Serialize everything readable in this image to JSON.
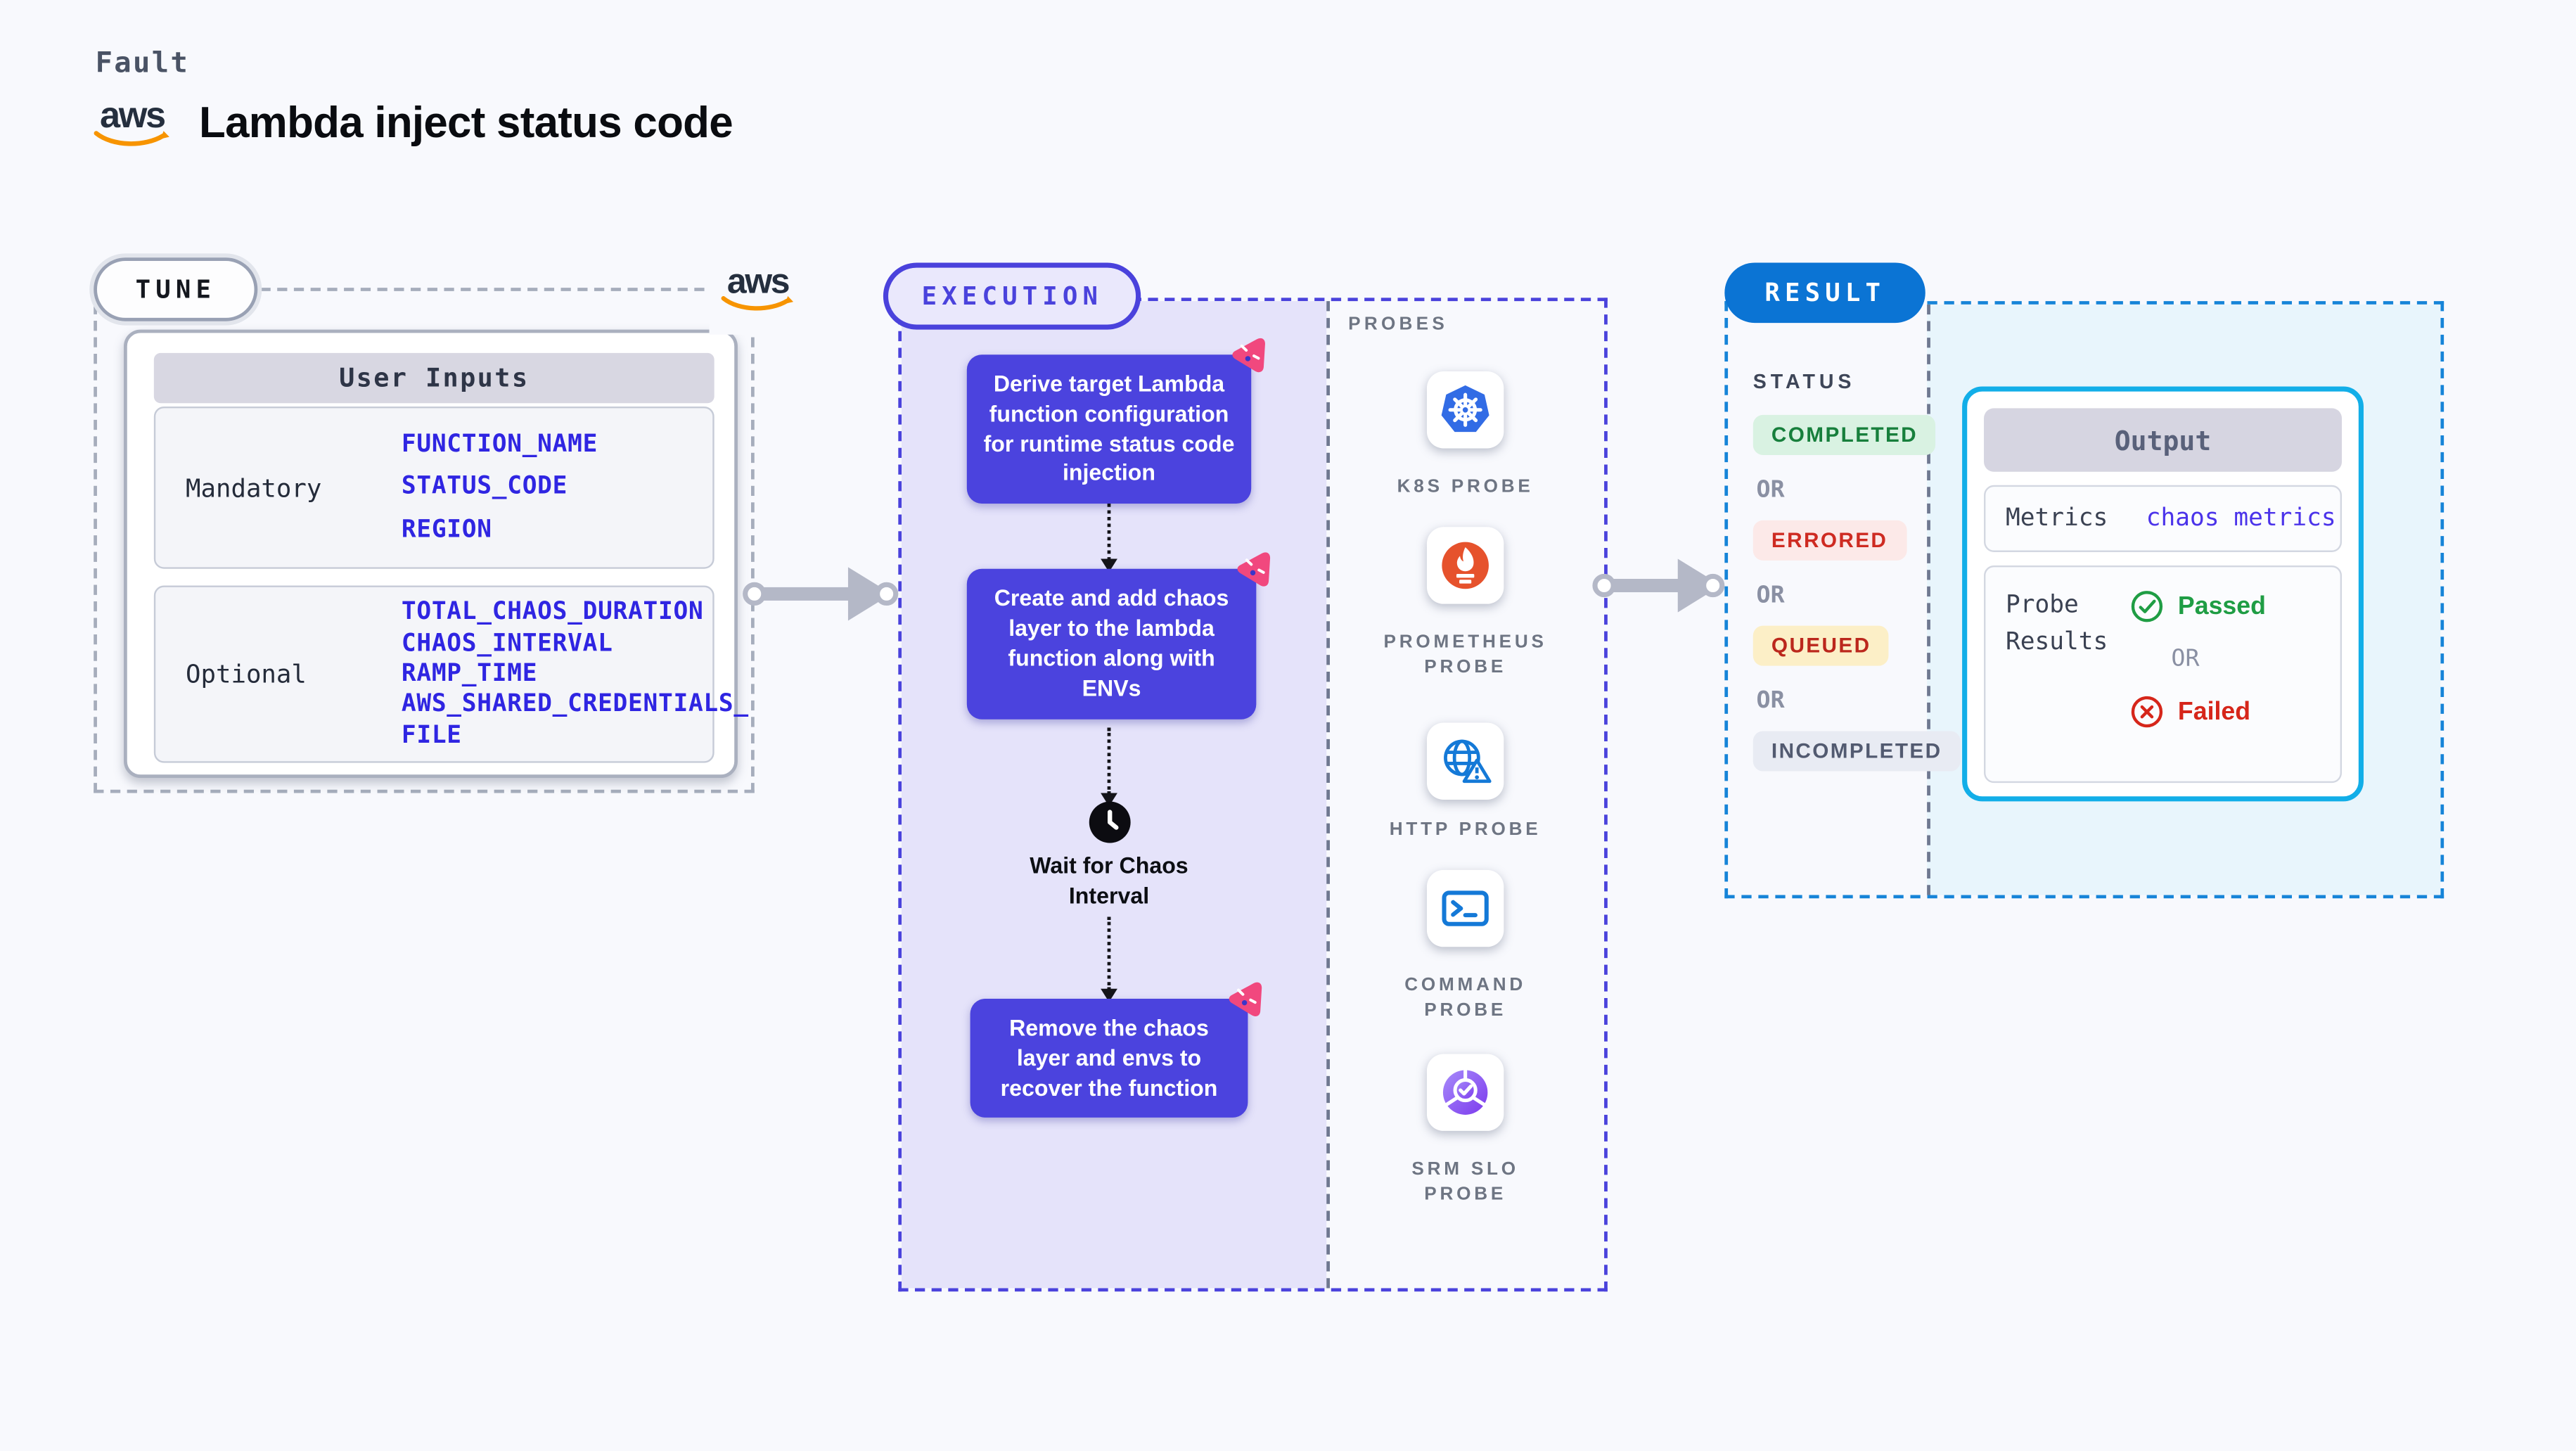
{
  "header": {
    "fault_label": "Fault",
    "title": "Lambda inject status code",
    "aws_logo_text": "aws"
  },
  "tune": {
    "badge": "TUNE",
    "aws_logo_text": "aws",
    "user_inputs": {
      "title": "User Inputs",
      "sections": [
        {
          "label": "Mandatory",
          "items": [
            "FUNCTION_NAME",
            "STATUS_CODE",
            "REGION"
          ]
        },
        {
          "label": "Optional",
          "items": [
            "TOTAL_CHAOS_DURATION",
            "CHAOS_INTERVAL",
            "RAMP_TIME",
            "AWS_SHARED_CREDENTIALS_\nFILE"
          ]
        }
      ]
    }
  },
  "execution": {
    "badge": "EXECUTION",
    "steps": [
      "Derive target Lambda function configuration for runtime status code injection",
      "Create and add chaos layer to the lambda function along with ENVs",
      "Remove the chaos layer and envs to recover the function"
    ],
    "wait_label": "Wait for Chaos\nInterval"
  },
  "probes": {
    "label": "PROBES",
    "items": [
      {
        "label": "K8S PROBE",
        "icon": "kubernetes-icon"
      },
      {
        "label": "PROMETHEUS\nPROBE",
        "icon": "prometheus-icon"
      },
      {
        "label": "HTTP PROBE",
        "icon": "http-globe-warning-icon"
      },
      {
        "label": "COMMAND\nPROBE",
        "icon": "terminal-icon"
      },
      {
        "label": "SRM SLO\nPROBE",
        "icon": "slo-pie-check-icon"
      }
    ]
  },
  "result": {
    "badge": "RESULT",
    "status_label": "STATUS",
    "or_label": "OR",
    "statuses": [
      {
        "label": "COMPLETED",
        "color": "#177f3c",
        "bg": "#d9f2e2"
      },
      {
        "label": "ERRORED",
        "color": "#ce2b22",
        "bg": "#fce9e8"
      },
      {
        "label": "QUEUED",
        "color": "#bb271c",
        "bg": "#fcefc7"
      },
      {
        "label": "INCOMPLETED",
        "color": "#525a70",
        "bg": "#e8ebf3"
      }
    ],
    "output": {
      "title": "Output",
      "metrics_label": "Metrics",
      "metrics_link": "chaos metrics",
      "probe_results_label": "Probe\nResults",
      "passed_label": "Passed",
      "failed_label": "Failed",
      "or_label": "OR"
    }
  },
  "colors": {
    "page_bg": "#f8f9fd",
    "step_indigo": "#4b43de",
    "execution_lavender": "#e5e3fa",
    "execution_border": "#4a42dc",
    "tune_border": "#a6adbc",
    "result_border": "#1684d8",
    "result_badge": "#0b74d4",
    "output_border": "#12aee8",
    "output_area_bg": "#e8f5fc",
    "input_value_blue": "#2f25e2",
    "metrics_link_blue": "#4b33ea",
    "arrow_gray": "#b4b8c7",
    "litmus_pink": "#f1487e",
    "aws_orange": "#f79400",
    "aws_navy": "#252f3e",
    "k8s_blue": "#326ce5",
    "prometheus_orange": "#e6522c",
    "probe_icon_blue": "#1479d7",
    "srm_purple": "#7c3aed",
    "passed_green": "#1f9d44",
    "failed_red": "#d6261a"
  }
}
